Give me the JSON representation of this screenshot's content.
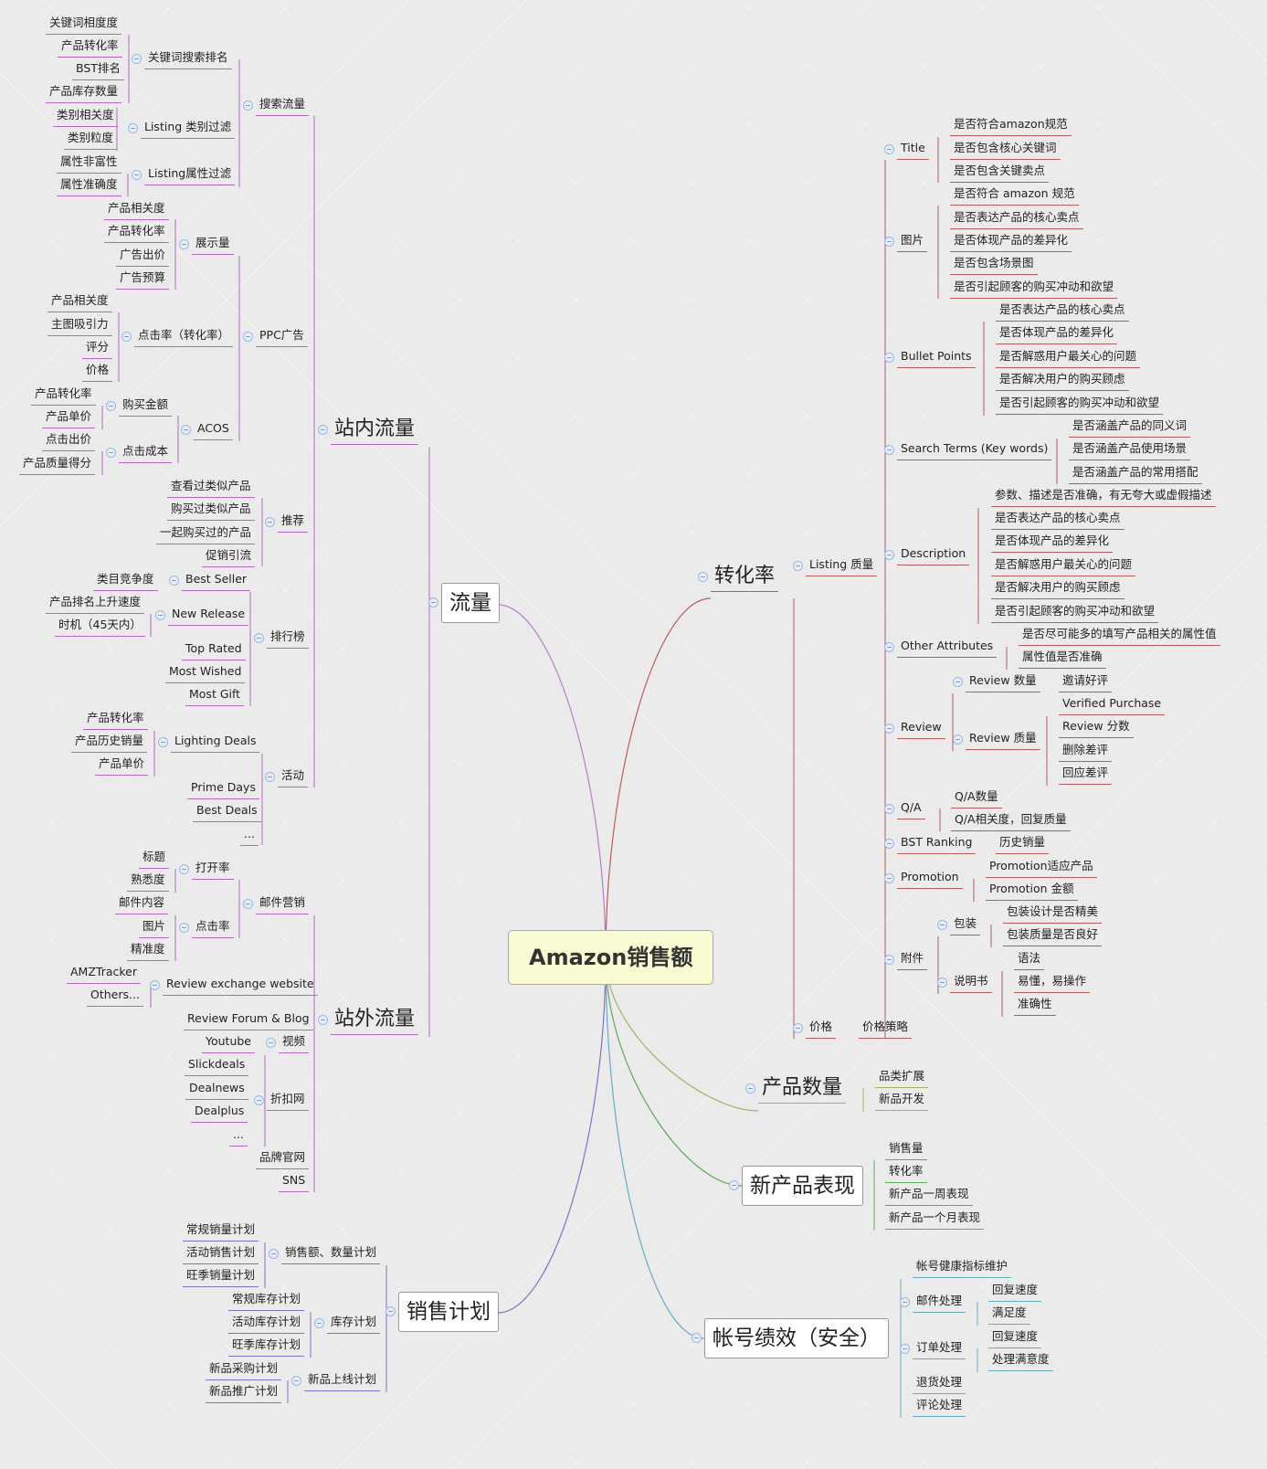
{
  "colors": {
    "inner": "#b469c0",
    "plan": "#7e72c6",
    "conv": "#b65c5c",
    "qty": "#a9b064",
    "newp": "#5faa5f",
    "acct": "#67adc2",
    "line_traffic": "#b87dc8"
  },
  "nodes": [
    "Amazon销售额",
    "流量",
    "站内流量",
    "站外流量",
    "销售计划",
    "转化率",
    "产品数量",
    "新产品表现",
    "帐号绩效（安全）",
    "关键词相度度",
    "产品转化率",
    "BST排名",
    "产品库存数量",
    "关键词搜索排名",
    "类别相关度",
    "类别粒度",
    "Listing 类别过滤",
    "属性非富性",
    "属性准确度",
    "Listing属性过滤",
    "搜索流量",
    "产品相关度",
    "产品转化率",
    "广告出价",
    "广告预算",
    "展示量",
    "产品相关度",
    "主图吸引力",
    "评分",
    "价格",
    "点击率（转化率）",
    "PPC广告",
    "产品转化率",
    "产品单价",
    "购买金额",
    "点击出价",
    "产品质量得分",
    "点击成本",
    "ACOS",
    "查看过类似产品",
    "购买过类似产品",
    "一起购买过的产品",
    "促销引流",
    "推荐",
    "类目竞争度",
    "Best Seller",
    "产品排名上升速度",
    "时机（45天内）",
    "New Release",
    "排行榜",
    "Top Rated",
    "Most Wished",
    "Most Gift",
    "产品转化率",
    "产品历史销量",
    "产品单价",
    "Lighting Deals",
    "活动",
    "Prime Days",
    "Best Deals",
    "...",
    "标题",
    "熟悉度",
    "打开率",
    "邮件内容",
    "邮件营销",
    "图片",
    "点击率",
    "精准度",
    "AMZTracker",
    "Others...",
    "Review exchange website",
    "Review Forum & Blog",
    "Youtube",
    "视频",
    "Slickdeals",
    "Dealnews",
    "折扣网",
    "Dealplus",
    "...",
    "品牌官网",
    "SNS",
    "常规销量计划",
    "活动销售计划",
    "旺季销量计划",
    "销售额、数量计划",
    "常规库存计划",
    "活动库存计划",
    "旺季库存计划",
    "库存计划",
    "新品采购计划",
    "新品推广计划",
    "新品上线计划",
    "Listing 质量",
    "Title",
    "是否符合amazon规范",
    "是否包含核心关键词",
    "是否包含关键卖点",
    "图片",
    "是否符合 amazon 规范",
    "是否表达产品的核心卖点",
    "是否体现产品的差异化",
    "是否包含场景图",
    "是否引起顾客的购买冲动和欲望",
    "Bullet Points",
    "是否表达产品的核心卖点",
    "是否体现产品的差异化",
    "是否解惑用户最关心的问题",
    "是否解决用户的购买顾虑",
    "是否引起顾客的购买冲动和欲望",
    "Search Terms (Key words)",
    "是否涵盖产品的同义词",
    "是否涵盖产品使用场景",
    "是否涵盖产品的常用搭配",
    "Description",
    "参数、描述是否准确，有无夸大或虚假描述",
    "是否表达产品的核心卖点",
    "是否体现产品的差异化",
    "是否解惑用户最关心的问题",
    "是否解决用户的购买顾虑",
    "是否引起顾客的购买冲动和欲望",
    "Other Attributes",
    "是否尽可能多的填写产品相关的属性值",
    "属性值是否准确",
    "Review",
    "Review 数量",
    "邀请好评",
    "Review 质量",
    "Verified Purchase",
    "Review 分数",
    "删除差评",
    "回应差评",
    "Q/A",
    "Q/A数量",
    "Q/A相关度，回复质量",
    "BST Ranking",
    "历史销量",
    "Promotion",
    "Promotion适应产品",
    "Promotion 金额",
    "附件",
    "包装",
    "包装设计是否精美",
    "包装质量是否良好",
    "说明书",
    "语法",
    "易懂，易操作",
    "准确性",
    "价格",
    "价格策略",
    "品类扩展",
    "新品开发",
    "销售量",
    "转化率",
    "新产品一周表现",
    "新产品一个月表现",
    "帐号健康指标维护",
    "邮件处理",
    "回复速度",
    "满足度",
    "订单处理",
    "回复速度",
    "处理满意度",
    "退货处理",
    "评论处理"
  ]
}
